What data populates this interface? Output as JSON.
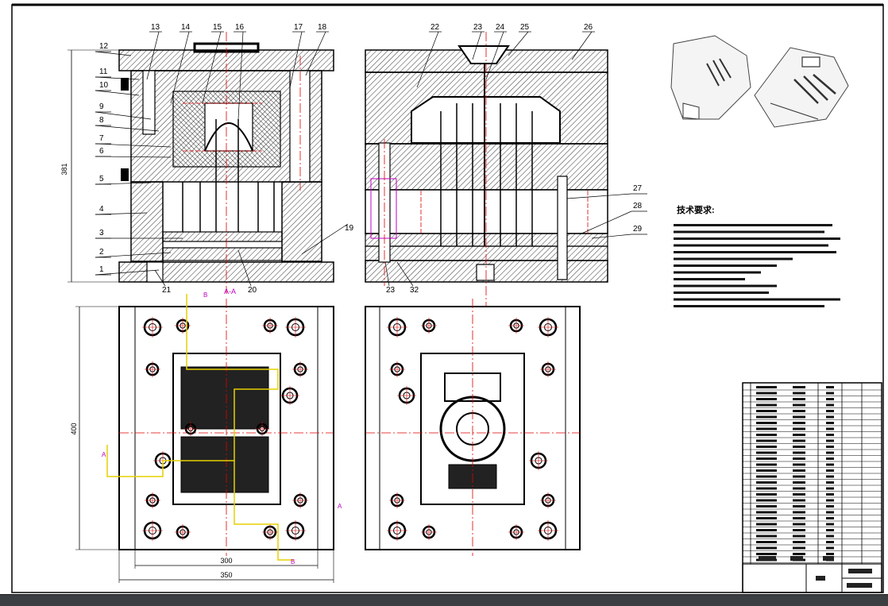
{
  "part_labels_left": [
    "1",
    "2",
    "3",
    "4",
    "5",
    "6",
    "7",
    "8",
    "9",
    "10",
    "11",
    "12"
  ],
  "part_labels_top_left": [
    "13",
    "14",
    "15",
    "16",
    "17",
    "18"
  ],
  "part_labels_top_right": [
    "22",
    "23",
    "24",
    "25",
    "26"
  ],
  "part_labels_right": [
    "27",
    "28",
    "29"
  ],
  "part_labels_bottom": [
    "19",
    "20",
    "21",
    "23",
    "32"
  ],
  "section_label": "A-A",
  "dim_height": "381",
  "dim_plan_height": "400",
  "dim_inner_width": "300",
  "dim_outer_width": "350",
  "tech_requirements_title": "技术要求:",
  "tech_requirement_lines": 13,
  "plan_marker_a": "A",
  "plan_marker_b": "B",
  "colors": {
    "sheet": "#ffffff",
    "outline": "#000000",
    "centerline": "#e00000",
    "magenta": "#c000c0",
    "yellow": "#e6d000",
    "hatch": "#000000"
  }
}
